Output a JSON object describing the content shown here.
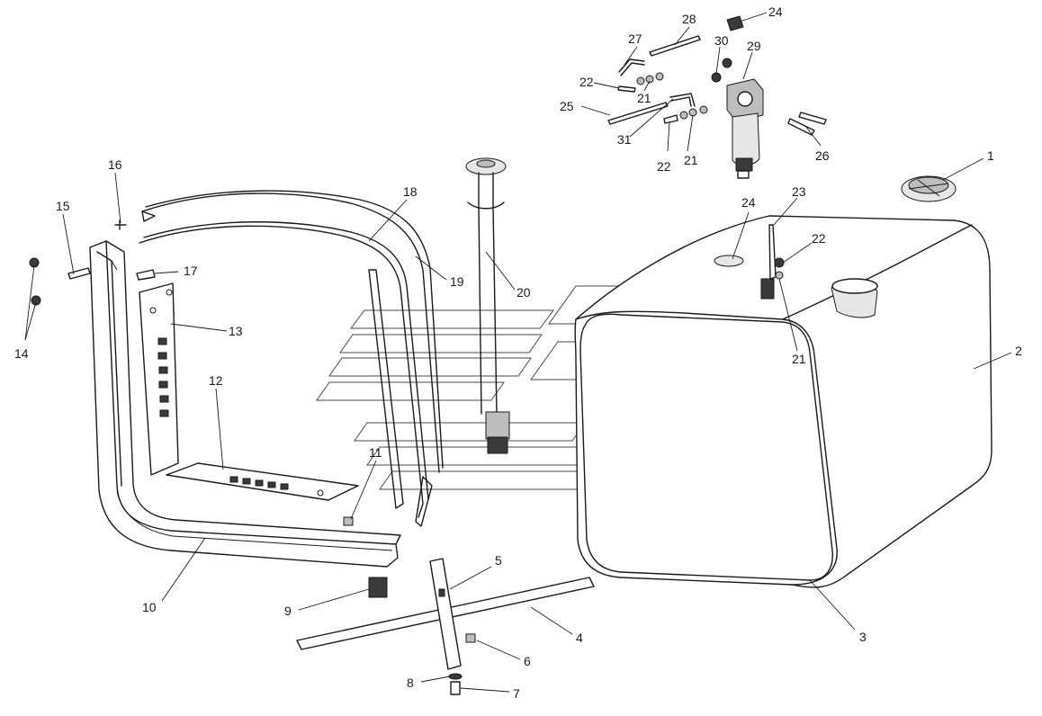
{
  "callouts": [
    {
      "id": "c1",
      "text": "1"
    },
    {
      "id": "c2",
      "text": "2"
    },
    {
      "id": "c3",
      "text": "3"
    },
    {
      "id": "c4",
      "text": "4"
    },
    {
      "id": "c5",
      "text": "5"
    },
    {
      "id": "c6",
      "text": "6"
    },
    {
      "id": "c7",
      "text": "7"
    },
    {
      "id": "c8",
      "text": "8"
    },
    {
      "id": "c9",
      "text": "9"
    },
    {
      "id": "c10",
      "text": "10"
    },
    {
      "id": "c11",
      "text": "11"
    },
    {
      "id": "c12",
      "text": "12"
    },
    {
      "id": "c13",
      "text": "13"
    },
    {
      "id": "c14",
      "text": "14"
    },
    {
      "id": "c15",
      "text": "15"
    },
    {
      "id": "c16",
      "text": "16"
    },
    {
      "id": "c17",
      "text": "17"
    },
    {
      "id": "c18",
      "text": "18"
    },
    {
      "id": "c19",
      "text": "19"
    },
    {
      "id": "c20",
      "text": "20"
    },
    {
      "id": "c21a",
      "text": "21"
    },
    {
      "id": "c21b",
      "text": "21"
    },
    {
      "id": "c21c",
      "text": "21"
    },
    {
      "id": "c22a",
      "text": "22"
    },
    {
      "id": "c22b",
      "text": "22"
    },
    {
      "id": "c22c",
      "text": "22"
    },
    {
      "id": "c23",
      "text": "23"
    },
    {
      "id": "c24a",
      "text": "24"
    },
    {
      "id": "c24b",
      "text": "24"
    },
    {
      "id": "c25",
      "text": "25"
    },
    {
      "id": "c26",
      "text": "26"
    },
    {
      "id": "c27",
      "text": "27"
    },
    {
      "id": "c28",
      "text": "28"
    },
    {
      "id": "c29",
      "text": "29"
    },
    {
      "id": "c30",
      "text": "30"
    },
    {
      "id": "c31",
      "text": "31"
    }
  ]
}
